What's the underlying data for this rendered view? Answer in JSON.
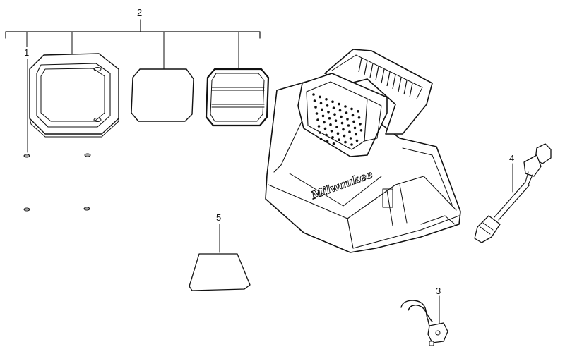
{
  "callouts": {
    "one": "1",
    "two": "2",
    "three": "3",
    "four": "4",
    "five": "5"
  },
  "logo_text": "Milwaukee"
}
